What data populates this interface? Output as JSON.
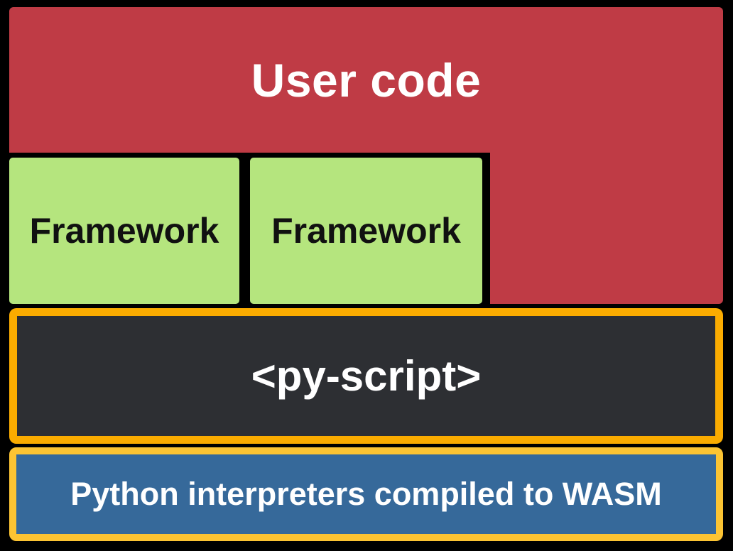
{
  "diagram": {
    "background_color": "#000000",
    "layers": {
      "user_code": {
        "label": "User code",
        "bg": "#BF3B45",
        "text_color": "#FFFFFF"
      },
      "frameworks": [
        {
          "label": "Framework"
        },
        {
          "label": "Framework"
        }
      ],
      "framework_style": {
        "bg": "#B5E57E",
        "text_color": "#111111"
      },
      "pyscript": {
        "label": "<py-script>",
        "bg": "#2D2F33",
        "border_color": "#FBAC00",
        "text_color": "#FFFFFF"
      },
      "wasm": {
        "label": "Python interpreters compiled to WASM",
        "bg": "#36699A",
        "border_color": "#FCC433",
        "text_color": "#FFFFFF"
      }
    }
  }
}
